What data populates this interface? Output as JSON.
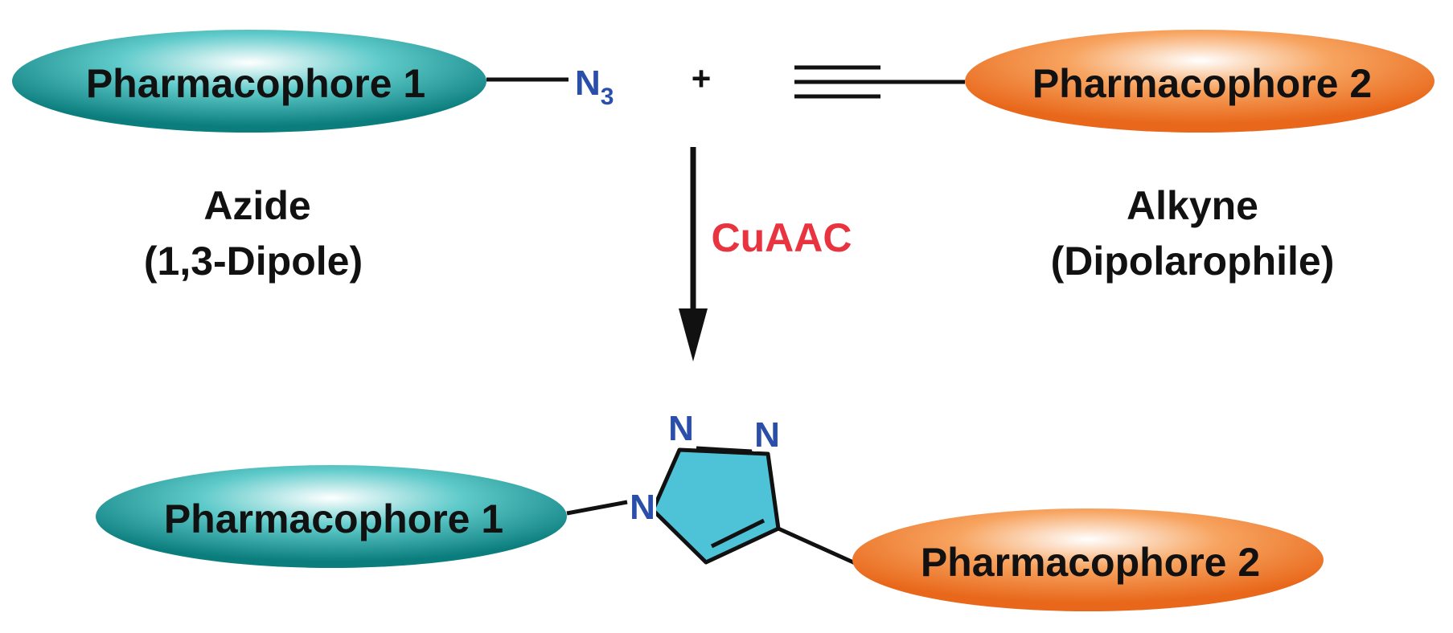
{
  "reactants": {
    "azide": {
      "pharmacophore_label": "Pharmacophore 1",
      "group_symbol": "N",
      "group_subscript": "3",
      "name": "Azide",
      "role": "(1,3-Dipole)"
    },
    "plus_sign": "+",
    "alkyne": {
      "pharmacophore_label": "Pharmacophore 2",
      "name": "Alkyne",
      "role": "(Dipolarophile)"
    }
  },
  "reaction": {
    "condition_label": "CuAAC"
  },
  "product": {
    "left_label": "Pharmacophore 1",
    "right_label": "Pharmacophore 2",
    "ring_atoms": [
      "N",
      "N",
      "N"
    ]
  },
  "colors": {
    "pharmacophore_1": "#1a9e9e",
    "pharmacophore_2": "#f08a3a",
    "nitrogen": "#2b4fa8",
    "triazole_fill": "#4ec3d8",
    "catalyst_text": "#e8343f",
    "bond": "#111111"
  }
}
